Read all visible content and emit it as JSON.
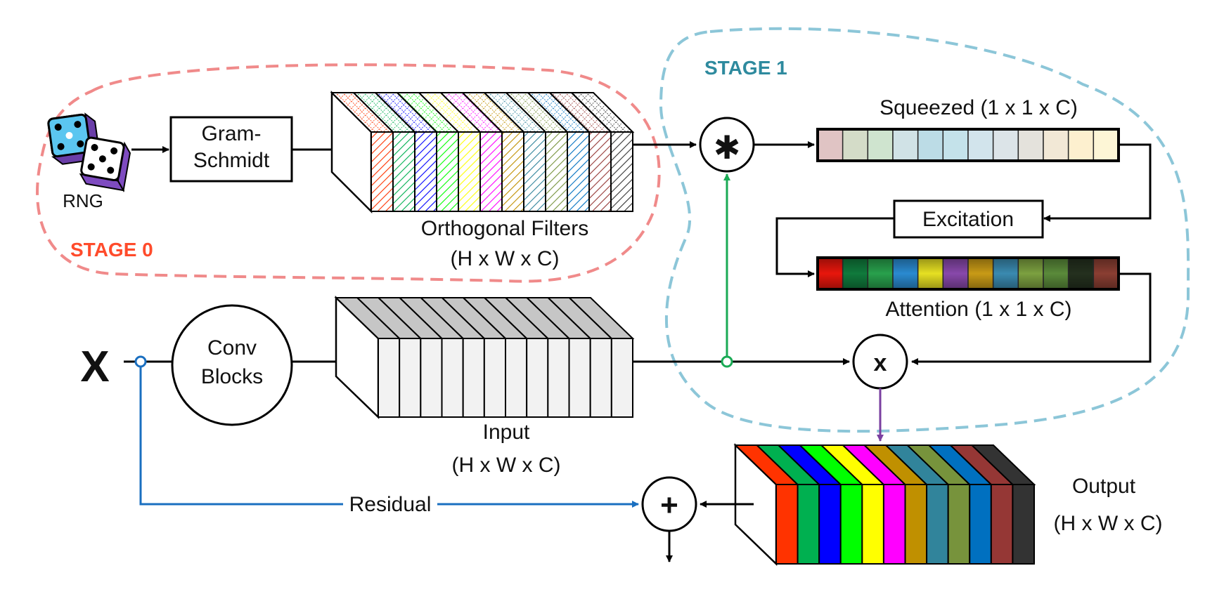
{
  "labels": {
    "stage0": "STAGE 0",
    "stage1": "STAGE 1",
    "rng": "RNG",
    "gram_line1": "Gram-",
    "gram_line2": "Schmidt",
    "orth_line1": "Orthogonal Filters",
    "orth_line2": "(H x W x C)",
    "squeezed": "Squeezed (1 x 1 x C)",
    "excitation": "Excitation",
    "attention": "Attention (1 x 1 x C)",
    "x_input": "X",
    "conv_line1": "Conv",
    "conv_line2": "Blocks",
    "input_line1": "Input",
    "input_line2": "(H x W x C)",
    "output_line1": "Output",
    "output_line2": "(H x W x C)",
    "residual": "Residual",
    "conv_op": "✱",
    "mult_op": "x",
    "add_op": "+"
  },
  "colors": {
    "stage0": "#ff4b2b",
    "stage0_boundary": "#f08a8a",
    "stage1": "#2e8a9e",
    "stage1_boundary": "#8cc6d8",
    "filter_link": "#1aaa55",
    "residual": "#1a6fc0",
    "output_link": "#7a3fa0",
    "channels": [
      "#ff3300",
      "#00b050",
      "#0000ff",
      "#00ff00",
      "#ffff00",
      "#ff00ff",
      "#c09000",
      "#31849b",
      "#77933c",
      "#0070c0",
      "#953735",
      "#333333"
    ],
    "squeezed_cells": [
      "#e0c4c4",
      "#d4dcc8",
      "#cfe4cf",
      "#d0e2e6",
      "#bcdce6",
      "#c4e2ea",
      "#d2e4ec",
      "#dce4e8",
      "#e4e2dc",
      "#f2e8d6",
      "#fdf0cf",
      "#fdf6d6"
    ],
    "attention_cells": [
      "#e8160c",
      "#107a3c",
      "#28a04c",
      "#2a8ad0",
      "#e6e022",
      "#8848aa",
      "#c89a16",
      "#3a8ab0",
      "#7ca040",
      "#5a8a3a",
      "#24301e",
      "#8a3e32"
    ]
  },
  "icons": {
    "rng": "dice-icon"
  }
}
